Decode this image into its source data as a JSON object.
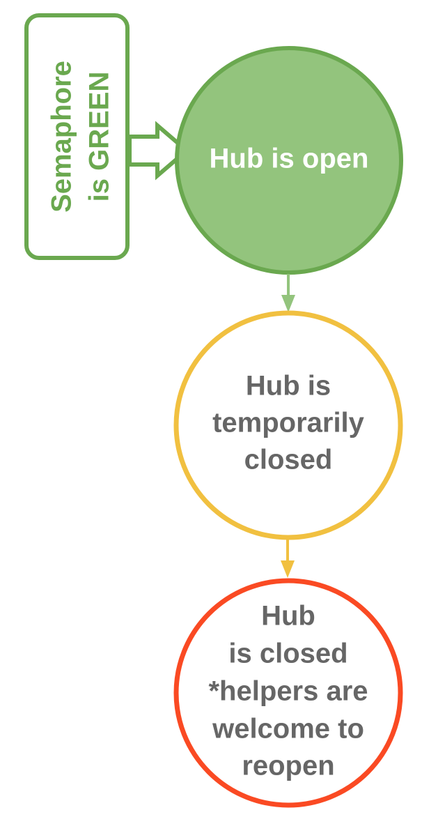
{
  "colors": {
    "green_border": "#6aa84f",
    "green_fill": "#93c47d",
    "yellow": "#f1c040",
    "red": "#fa4a23",
    "text_gray": "#666666",
    "white": "#ffffff"
  },
  "semaphore": {
    "line1": "Semaphore",
    "line2": "is GREEN"
  },
  "open_node": {
    "label": "Hub is open"
  },
  "temp_node": {
    "lines": [
      "Hub is",
      "temporarily",
      "closed"
    ]
  },
  "closed_node": {
    "lines": [
      "Hub",
      "is closed",
      "*helpers are",
      "welcome to",
      "reopen"
    ]
  }
}
